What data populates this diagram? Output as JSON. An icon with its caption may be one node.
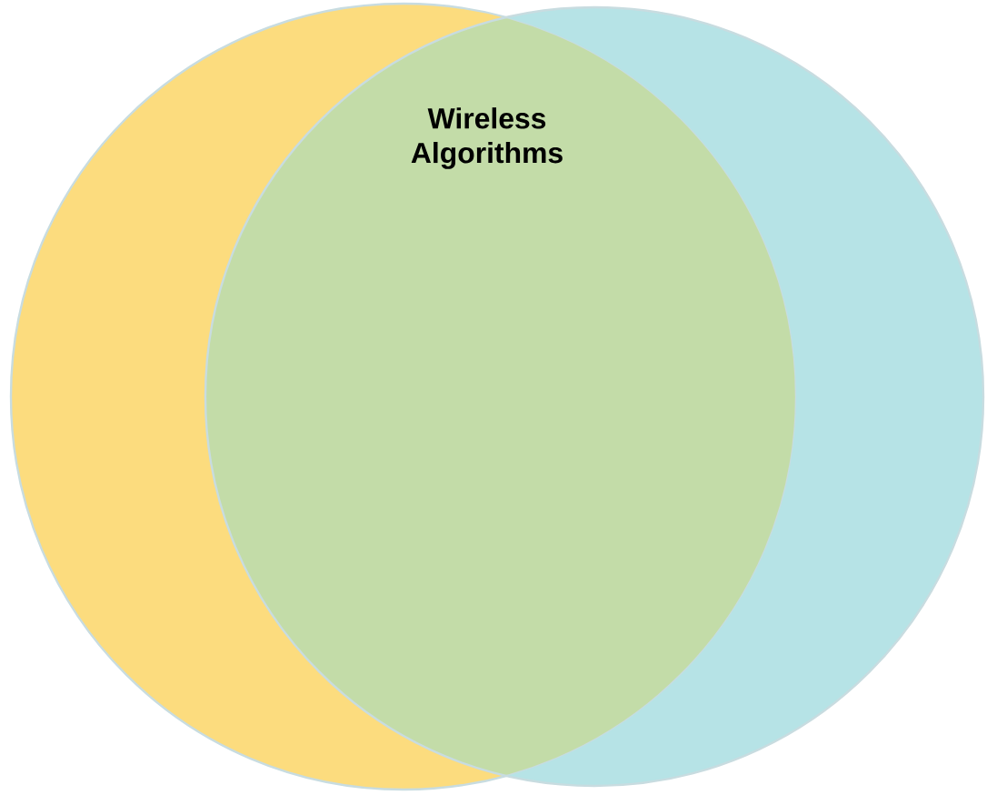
{
  "diagram": {
    "nodes": [
      {
        "text": [],
        "shape": "circle"
      },
      {
        "text": [],
        "shape": "circle"
      }
    ],
    "labels": [
      "Wireless Algorithms"
    ]
  }
}
